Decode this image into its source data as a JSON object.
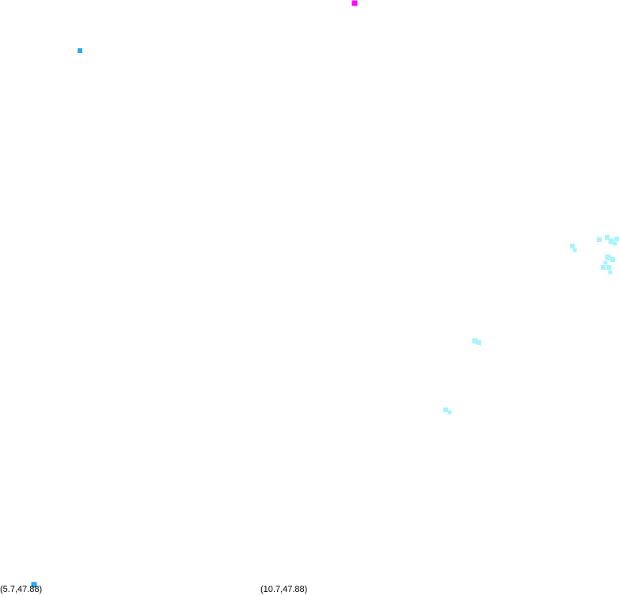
{
  "map": {
    "background": "#ffffff",
    "coordinate_labels": {
      "bottom_left": "(5.7,47.88)",
      "bottom_mid": "(10.7,47.88)"
    },
    "colors": {
      "magenta": "#ff00ff",
      "blue": "#29aaf0",
      "cyan": "#a8f4f8"
    },
    "marker_groups": [
      {
        "name": "magenta-markers",
        "color_key": "magenta",
        "count": 1
      },
      {
        "name": "blue-markers",
        "color_key": "blue",
        "count": 1
      },
      {
        "name": "cyan-markers",
        "color_key": "cyan",
        "count": 17
      },
      {
        "name": "light-blue-markers",
        "color_key": "blue",
        "count": 1
      }
    ]
  }
}
